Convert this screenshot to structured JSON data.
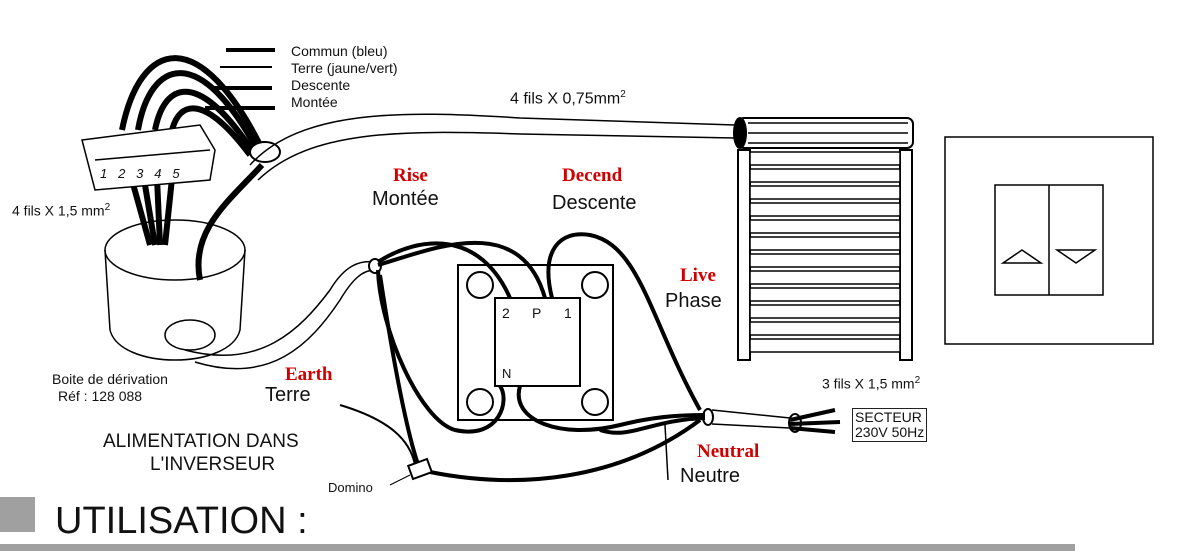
{
  "legend": [
    "Commun (bleu)",
    "Terre (jaune/vert)",
    "Descente",
    "Montée"
  ],
  "cables": {
    "motor_cable": "4 fils X 0,75mm",
    "box_cable": "4 fils X 1,5 mm",
    "mains_cable": "3 fils X 1,5 mm",
    "squared": "2"
  },
  "terminal_numbers": [
    "1",
    "2",
    "3",
    "4",
    "5"
  ],
  "labels": {
    "rise_en": "Rise",
    "rise_fr": "Montée",
    "descend_en": "Decend",
    "descend_fr": "Descente",
    "live_en": "Live",
    "live_fr": "Phase",
    "earth_en": "Earth",
    "earth_fr": "Terre",
    "neutral_en": "Neutral",
    "neutral_fr": "Neutre",
    "domino": "Domino"
  },
  "junction_box": {
    "name": "Boite de dérivation",
    "ref": "Réf : 128 088"
  },
  "switch_terminals": {
    "t2": "2",
    "p": "P",
    "t1": "1",
    "n": "N"
  },
  "secteur": {
    "line1": "SECTEUR",
    "line2": "230V 50Hz"
  },
  "caption": {
    "line1": "ALIMENTATION DANS",
    "line2": "L'INVERSEUR"
  },
  "section_title": "UTILISATION :"
}
